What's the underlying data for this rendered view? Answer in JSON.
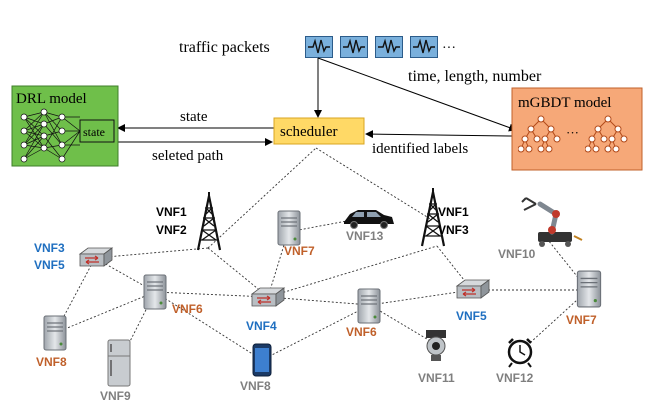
{
  "diagram": {
    "traffic_label": "traffic packets",
    "traffic_ellipsis": "···",
    "features_label": "time, length, number",
    "drl_title": "DRL model",
    "drl_state_box": "state",
    "state_arrow_label": "state",
    "path_arrow_label": "seleted path",
    "scheduler_label": "scheduler",
    "mgbdt_title": "mGBDT model",
    "mgbdt_ellipsis": "···",
    "labels_arrow_label": "identified labels"
  },
  "vnf_labels": {
    "tower_left_1": "VNF1",
    "tower_left_2": "VNF2",
    "tower_right_1": "VNF1",
    "tower_right_2": "VNF3",
    "switch_left_1": "VNF3",
    "switch_left_2": "VNF5",
    "server_top": "VNF7",
    "car": "VNF13",
    "robot": "VNF10",
    "server_left": "VNF6",
    "switch_mid": "VNF4",
    "server_mid": "VNF6",
    "switch_right": "VNF5",
    "server_right": "VNF7",
    "server_far_left": "VNF8",
    "fridge": "VNF9",
    "phone": "VNF8",
    "camera": "VNF11",
    "clock": "VNF12"
  },
  "colors": {
    "blue_label": "#1f6fc0",
    "orange_label": "#c0602a",
    "gray_label": "#7f7f7f",
    "drl_fill": "#6fbf4a",
    "scheduler_fill": "#ffd966",
    "mgbdt_fill": "#f6a878",
    "packet_fill": "#7ab0dc"
  }
}
